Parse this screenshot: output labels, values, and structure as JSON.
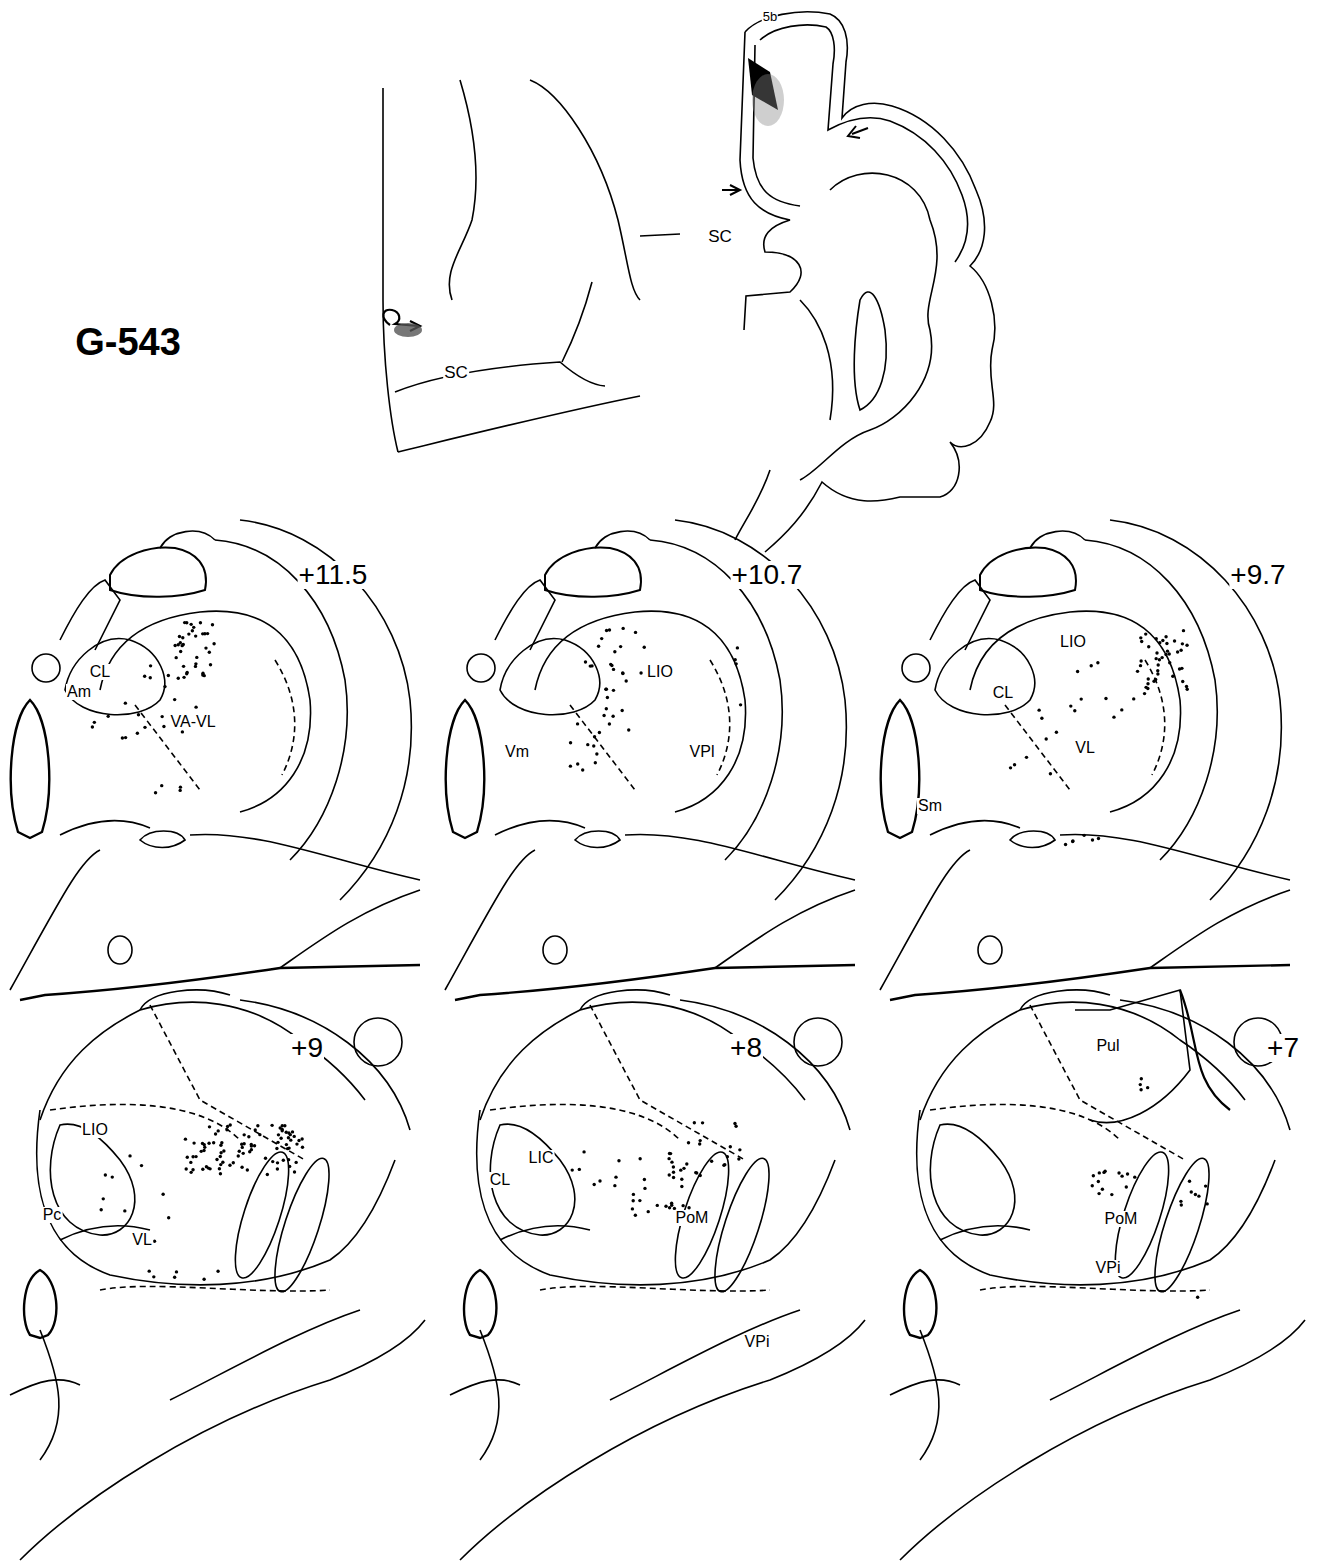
{
  "diagram": {
    "title": "G-543",
    "labels": [
      "SC",
      "5b",
      "SC",
      "+11.5",
      "CL",
      "Am",
      "VA-VL",
      "+10.7",
      "LIO",
      "Vm",
      "VPl",
      "+9.7",
      "LIO",
      "CL",
      "VL",
      "Sm",
      "+9",
      "LIO",
      "Pc",
      "VL",
      "+8",
      "LIC",
      "CL",
      "PoM",
      "VPi",
      "+7",
      "Pul",
      "PoM",
      "VPi"
    ]
  }
}
